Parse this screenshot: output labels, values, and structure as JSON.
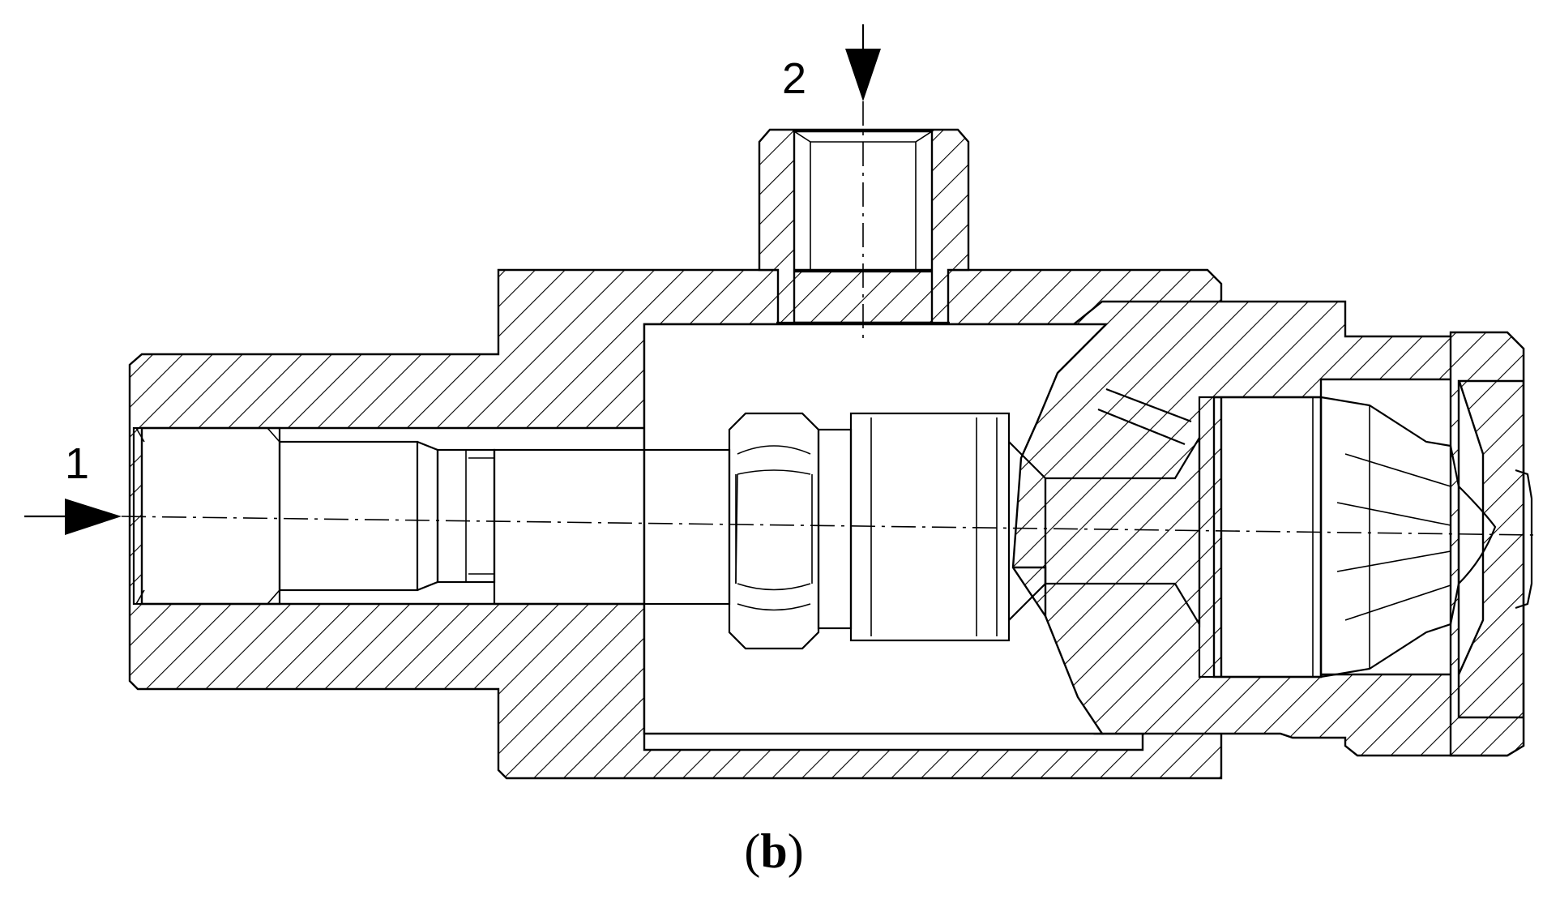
{
  "labels": {
    "inlet_1": "1",
    "inlet_2": "2"
  },
  "caption": {
    "open": "(",
    "letter": "b",
    "close": ")"
  }
}
